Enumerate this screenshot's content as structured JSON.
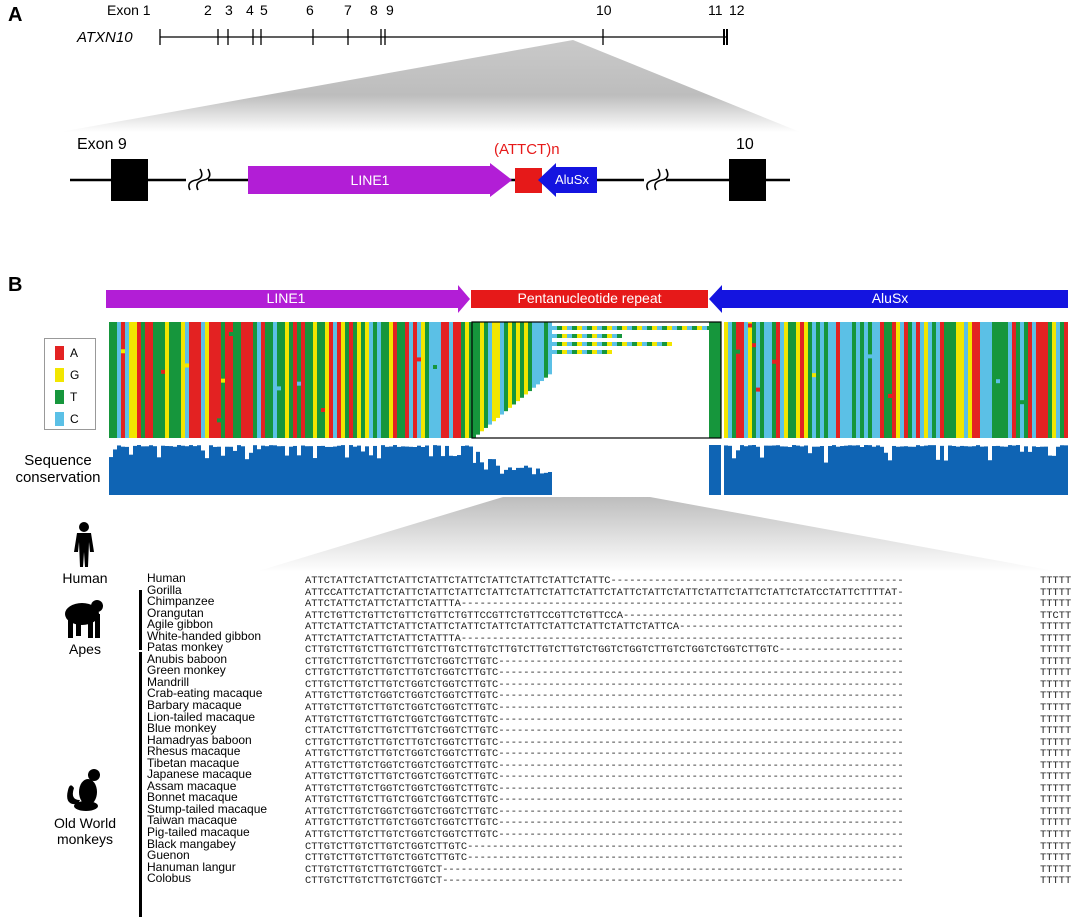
{
  "panel_a": {
    "letter": "A",
    "gene": "ATXN10",
    "exon_prefix": "Exon 1",
    "exon_numbers": [
      "2",
      "3",
      "4",
      "5",
      "6",
      "7",
      "8",
      "9",
      "10",
      "11",
      "12"
    ],
    "zoom": {
      "exon9": "Exon 9",
      "exon10": "10",
      "line1": "LINE1",
      "repeat": "(ATTCT)n",
      "alusx": "AluSx"
    }
  },
  "panel_b": {
    "letter": "B",
    "bars": {
      "line1": "LINE1",
      "repeat": "Pentanucleotide repeat",
      "alusx": "AluSx"
    },
    "legend": [
      {
        "base": "A",
        "color": "#e32222"
      },
      {
        "base": "G",
        "color": "#f2e600"
      },
      {
        "base": "T",
        "color": "#16963c"
      },
      {
        "base": "C",
        "color": "#5bc0e6"
      }
    ],
    "conservation_label": [
      "Sequence",
      "conservation"
    ],
    "colors": {
      "line1": "#b21ed6",
      "repeat": "#e61919",
      "alusx": "#1414e0",
      "conservation": "#0f64b4"
    },
    "groups": {
      "human": "Human",
      "apes": "Apes",
      "owm": [
        "Old World",
        "monkeys"
      ]
    },
    "alignment": [
      {
        "species": "Human",
        "seq": "ATTCTATTCTATTCTATTCTATTCTATTCTATTCTATTCTATTCTATTC",
        "tail": "TTTTT"
      },
      {
        "species": "Gorilla",
        "seq": "ATTCCATTCTATTCTATTCTATTCTATTCTATTCTATTCTATTCTATTCTATTCTATTCTATTCTATTCTATTCTATTCTATCCTATTCTTTTAT",
        "tail": "TTTTT"
      },
      {
        "species": "Chimpanzee",
        "seq": "ATTCTATTCTATTCTATTCTATTTA",
        "tail": "TTTTT"
      },
      {
        "species": "Orangutan",
        "seq": "ATTCTGTTCTGTTCTGTTCTGTTCTGTTCCGTTCTGTTCCGTTCTGTTCCA",
        "tail": "TTCTT"
      },
      {
        "species": "Agile gibbon",
        "seq": "ATTCTATTCTATTCTATTCTATTCTATTCTATTCTATTCTATTCTATTCTATTCTATTCA",
        "tail": "TTTTT"
      },
      {
        "species": "White-handed gibbon",
        "seq": "ATTCTATTCTATTCTATTCTATTTA",
        "tail": "TTTTT"
      },
      {
        "species": "Patas monkey",
        "seq": "CTTGTCTTGTCTTGTCTTGTCTTGTCTTGTCTTGTCTTGTCTTGTCTGGTCTGGTCTTGTCTGGTCTGGTCTTGTC",
        "tail": "TTTTT"
      },
      {
        "species": "Anubis baboon",
        "seq": "CTTGTCTTGTCTTGTCTTGTCTGGTCTTGTC",
        "tail": "TTTTT"
      },
      {
        "species": "Green monkey",
        "seq": "CTTGTCTTGTCTTGTCTTGTCTGGTCTTGTC",
        "tail": "TTTTT"
      },
      {
        "species": "Mandrill",
        "seq": "CTTGTCTTGTCTTGTCTGGTCTGGTCTTGTC",
        "tail": "TTTTT"
      },
      {
        "species": "Crab-eating macaque",
        "seq": "ATTGTCTTGTCTGGTCTGGTCTGGTCTTGTC",
        "tail": "TTTTT"
      },
      {
        "species": "Barbary macaque",
        "seq": "ATTGTCTTGTCTTGTCTGGTCTGGTCTTGTC",
        "tail": "TTTTT"
      },
      {
        "species": "Lion-tailed macaque",
        "seq": "ATTGTCTTGTCTTGTCTGGTCTGGTCTTGTC",
        "tail": "TTTTT"
      },
      {
        "species": "Blue monkey",
        "seq": "CTTATCTTGTCTTGTCTTGTCTGGTCTTGTC",
        "tail": "TTTTT"
      },
      {
        "species": "Hamadryas baboon",
        "seq": "CTTGTCTTGTCTTGTCTTGTCTGGTCTTGTC",
        "tail": "TTTTT"
      },
      {
        "species": "Rhesus macaque",
        "seq": "ATTGTCTTGTCTTGTCTGGTCTGGTCTTGTC",
        "tail": "TTTTT"
      },
      {
        "species": "Tibetan macaque",
        "seq": "ATTGTCTTGTCTGGTCTGGTCTGGTCTTGTC",
        "tail": "TTTTT"
      },
      {
        "species": "Japanese macaque",
        "seq": "ATTGTCTTGTCTTGTCTGGTCTGGTCTTGTC",
        "tail": "TTTTT"
      },
      {
        "species": "Assam macaque",
        "seq": "ATTGTCTTGTCTGGTCTGGTCTGGTCTTGTC",
        "tail": "TTTTT"
      },
      {
        "species": "Bonnet macaque",
        "seq": "ATTGTCTTGTCTTGTCTGGTCTGGTCTTGTC",
        "tail": "TTTTT"
      },
      {
        "species": "Stump-tailed macaque",
        "seq": "ATTGTCTTGTCTGGTCTGGTCTGGTCTTGTC",
        "tail": "TTTTT"
      },
      {
        "species": "Taiwan macaque",
        "seq": "ATTGTCTTGTCTTGTCTGGTCTGGTCTTGTC",
        "tail": "TTTTT"
      },
      {
        "species": "Pig-tailed macaque",
        "seq": "ATTGTCTTGTCTTGTCTGGTCTGGTCTTGTC",
        "tail": "TTTTT"
      },
      {
        "species": "Black mangabey",
        "seq": "CTTGTCTTGTCTTGTCTGGTCTTGTC",
        "tail": "TTTTT"
      },
      {
        "species": "Guenon",
        "seq": "CTTGTCTTGTCTTGTCTGGTCTTGTC",
        "tail": "TTTTT"
      },
      {
        "species": "Hanuman langur",
        "seq": "CTTGTCTTGTCTTGTCTGGTCT",
        "tail": "TTTTT"
      },
      {
        "species": "Colobus",
        "seq": "CTTGTCTTGTCTTGTCTGGTCT",
        "tail": "TTTTT"
      }
    ]
  }
}
